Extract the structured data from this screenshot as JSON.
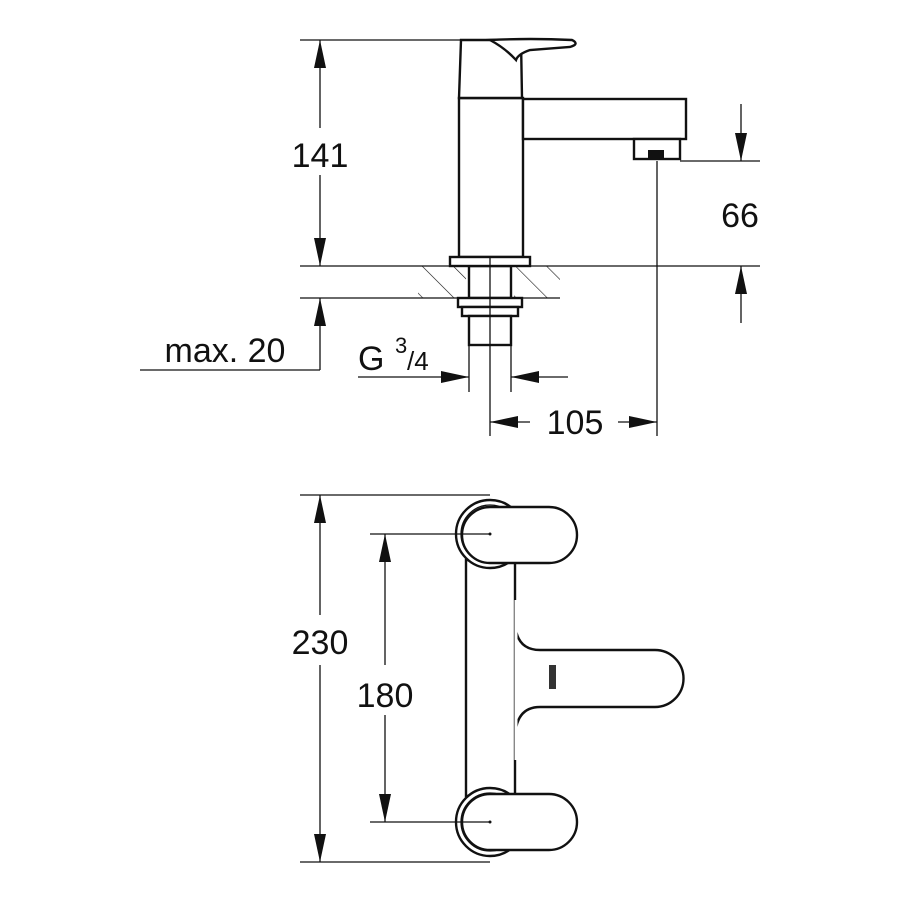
{
  "drawing": {
    "side_view": {
      "height_label": "141",
      "spout_height_label": "66",
      "deck_thickness_label": "max. 20",
      "thread_label_main": "G",
      "thread_label_num": "3",
      "thread_label_den": "/4",
      "projection_label": "105"
    },
    "top_view": {
      "overall_length_label": "230",
      "center_distance_label": "180"
    }
  }
}
